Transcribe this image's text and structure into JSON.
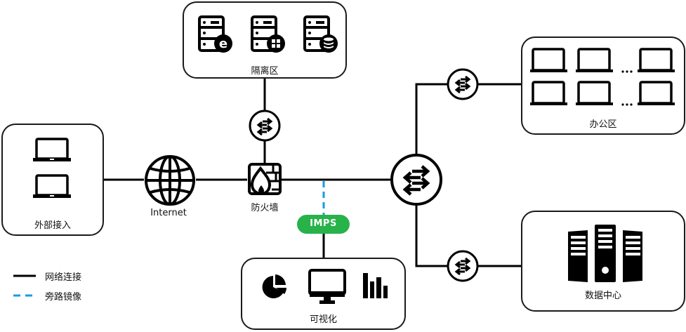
{
  "diagram": {
    "zones": {
      "dmz": {
        "label": "隔离区",
        "servers": [
          "web-server",
          "app-server",
          "database-server"
        ]
      },
      "external": {
        "label": "外部接入",
        "devices": [
          "laptop",
          "laptop"
        ]
      },
      "office": {
        "label": "办公区",
        "rows": 2,
        "ellipsis": "···"
      },
      "datacenter": {
        "label": "数据中心"
      },
      "visualization": {
        "label": "可视化",
        "items": [
          "pie-chart",
          "monitor",
          "bar-chart"
        ]
      }
    },
    "nodes": {
      "internet": {
        "label": "Internet"
      },
      "firewall": {
        "label": "防火墙"
      },
      "imps": {
        "label": "IMPS",
        "color": "#27b24a"
      }
    },
    "legend": [
      {
        "style": "solid",
        "color": "#000000",
        "label": "网络连接"
      },
      {
        "style": "dashed",
        "color": "#1a9be0",
        "label": "旁路镜像"
      }
    ]
  }
}
